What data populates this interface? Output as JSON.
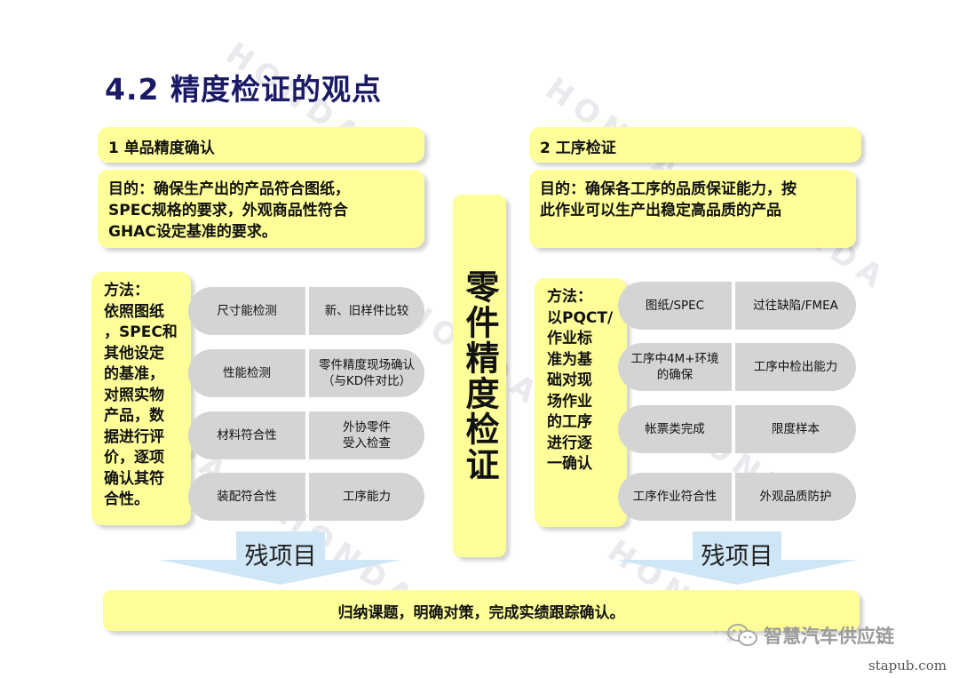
{
  "watermark": "HONDA",
  "title": "4.2 精度检证的观点",
  "left": {
    "header": "1 单品精度确认",
    "purpose": [
      "目的：确保生产出的产品符合图纸，",
      "SPEC规格的要求，外观商品性符合",
      "GHAC设定基准的要求。"
    ],
    "method": "方法：\n依照图纸\n，SPEC和\n其他设定\n的基准，\n对照实物\n产品，数\n据进行评\n价，逐项\n确认其符\n合性。",
    "items": [
      {
        "l": "尺寸能检测",
        "r": "新、旧样件比较"
      },
      {
        "l": "性能检测",
        "r": "零件精度现场确认\n（与KD件对比）"
      },
      {
        "l": "材料符合性",
        "r": "外协零件\n受入检查"
      },
      {
        "l": "装配符合性",
        "r": "工序能力"
      }
    ],
    "residual": "残项目"
  },
  "center": "零件精度检证",
  "right": {
    "header": "2 工序检证",
    "purpose": [
      "目的：确保各工序的品质保证能力，按",
      "此作业可以生产出稳定高品质的产品"
    ],
    "method": "方法：\n以PQCT/\n作业标\n准为基\n础对现\n场作业\n的工序\n进行逐\n一确认",
    "items": [
      {
        "l": "图纸/SPEC",
        "r": "过往缺陷/FMEA"
      },
      {
        "l": "工序中4M+环境\n的确保",
        "r": "工序中检出能力"
      },
      {
        "l": "帐票类完成",
        "r": "限度样本"
      },
      {
        "l": "工序作业符合性",
        "r": "外观品质防护"
      }
    ],
    "residual": "残项目"
  },
  "bottom": "归纳课题，明确对策，完成实绩跟踪确认。",
  "brand": "智慧汽车供应链",
  "site": "stapub.com",
  "colors": {
    "box": "#ffff99",
    "pill": "#d4d4d4",
    "title": "#1a1a66",
    "arrow": "#cfe6f7"
  }
}
